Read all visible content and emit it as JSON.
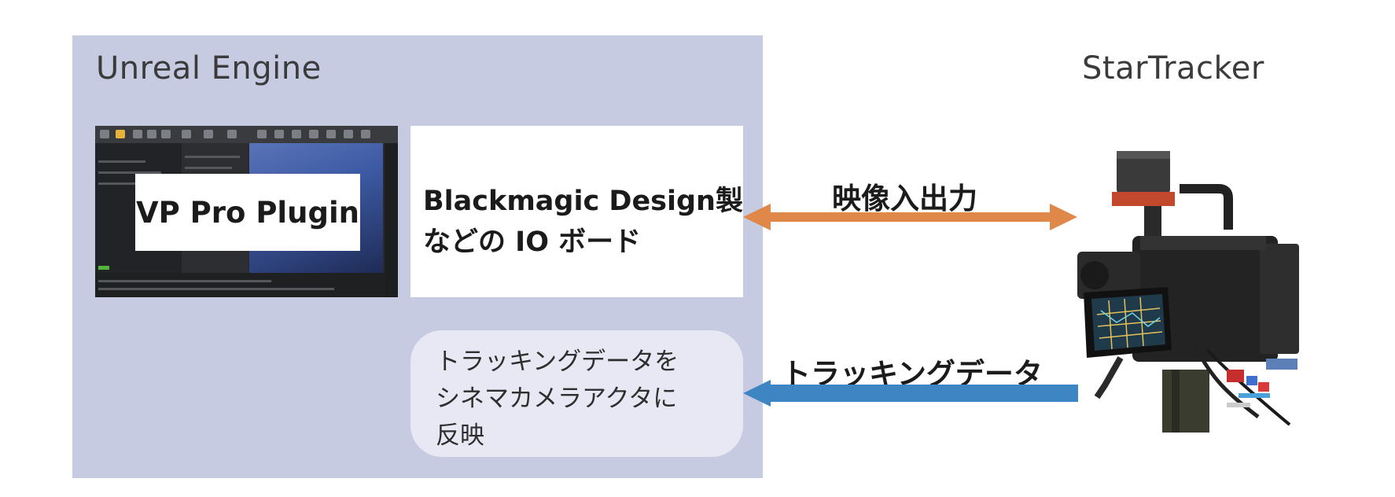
{
  "unreal_engine": {
    "title": "Unreal Engine",
    "plugin_label": "VP Pro Plugin",
    "io_board": {
      "line1": "Blackmagic Design製",
      "line2": "などの IO ボード"
    },
    "note": {
      "line1": "トラッキングデータを",
      "line2": "シネマカメラアクタに",
      "line3": "反映"
    }
  },
  "star_tracker": {
    "title": "StarTracker"
  },
  "connections": {
    "video_io": {
      "label": "映像入出力",
      "direction": "bidirectional",
      "color": "#e0884a"
    },
    "tracking_data": {
      "label": "トラッキングデータ",
      "direction": "to-unreal",
      "color": "#3e85c4"
    }
  },
  "colors": {
    "panel": "#c6cbe2",
    "note_box": "#e7e8f3"
  },
  "icons": {
    "editor_screenshot": "unreal-editor-screenshot",
    "camera": "camera-rig-image"
  }
}
